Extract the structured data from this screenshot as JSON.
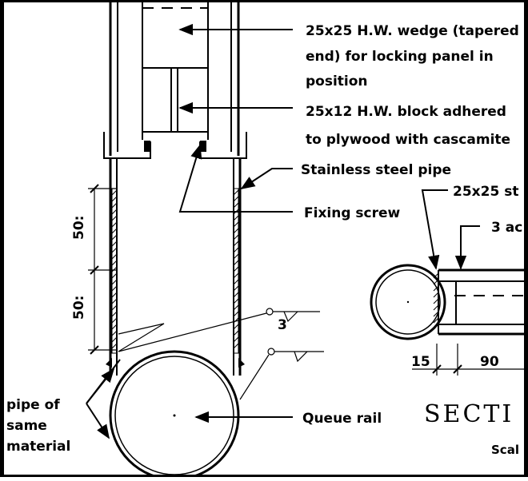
{
  "annotations": {
    "wedge_line1": "25x25 H.W. wedge (tapered",
    "wedge_line2": "end) for locking panel in",
    "wedge_line3": "position",
    "block_line1": "25x12 H.W. block adhered",
    "block_line2": "to plywood with cascamite",
    "pipe": "Stainless steel pipe",
    "screw": "Fixing screw",
    "same_material_line1": "pipe of",
    "same_material_line2": "same",
    "same_material_line3": "material",
    "rail": "Queue rail"
  },
  "dimensions": {
    "upper": "50:",
    "lower": "50:",
    "weld_size": "3",
    "right_a": "15",
    "right_b": "90"
  },
  "section_view": {
    "label_top": "25x25 st",
    "label_mid": "3 ac",
    "title": "SECTI",
    "scale": "Scal"
  }
}
